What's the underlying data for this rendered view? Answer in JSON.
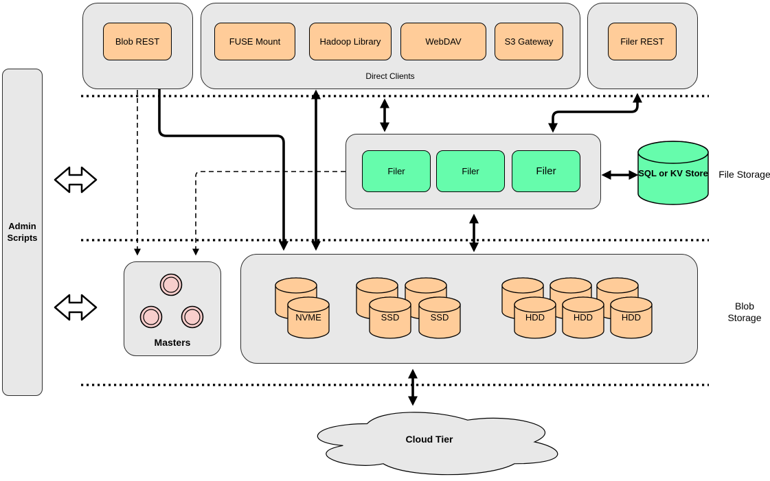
{
  "admin": {
    "label": "Admin Scripts"
  },
  "top_row": {
    "blob_rest": {
      "label": "Blob REST"
    },
    "direct_clients": {
      "caption": "Direct Clients",
      "clients": [
        {
          "label": "FUSE Mount"
        },
        {
          "label": "Hadoop Library"
        },
        {
          "label": "WebDAV"
        },
        {
          "label": "S3 Gateway"
        }
      ]
    },
    "filer_rest": {
      "label": "Filer REST"
    }
  },
  "file_storage": {
    "row_label": "File Storage",
    "filers": [
      {
        "label": "Filer"
      },
      {
        "label": "Filer"
      },
      {
        "label": "Filer"
      }
    ],
    "kv_store": {
      "label": "SQL or KV Store"
    }
  },
  "blob_storage": {
    "row_label": "Blob Storage",
    "masters": {
      "label": "Masters"
    },
    "disks": [
      {
        "label": "NVME"
      },
      {
        "label": "SSD"
      },
      {
        "label": "SSD"
      },
      {
        "label": "HDD"
      },
      {
        "label": "HDD"
      },
      {
        "label": "HDD"
      }
    ]
  },
  "cloud": {
    "label": "Cloud Tier"
  },
  "palette": {
    "container_gray": "#E8E8E8",
    "client_orange": "#FFCC99",
    "filer_green": "#66FCAC",
    "master_pink": "#F8CECC",
    "line_black": "#000000"
  }
}
